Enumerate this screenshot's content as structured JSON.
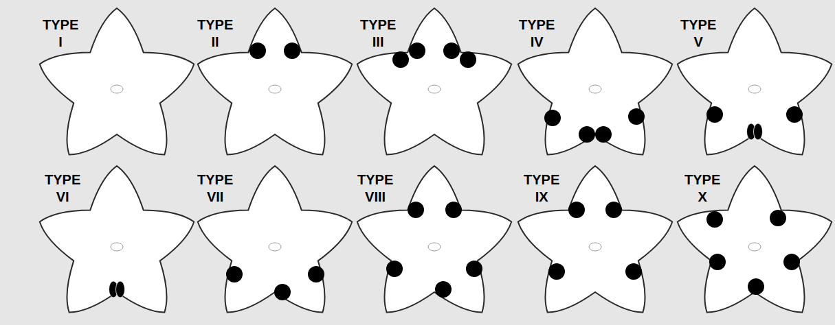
{
  "diagram": {
    "labels": [
      "TYPE I",
      "TYPE II",
      "TYPE III",
      "TYPE IV",
      "TYPE V",
      "TYPE VI",
      "TYPE VII",
      "TYPE VIII",
      "TYPE IX",
      "TYPE X"
    ]
  }
}
